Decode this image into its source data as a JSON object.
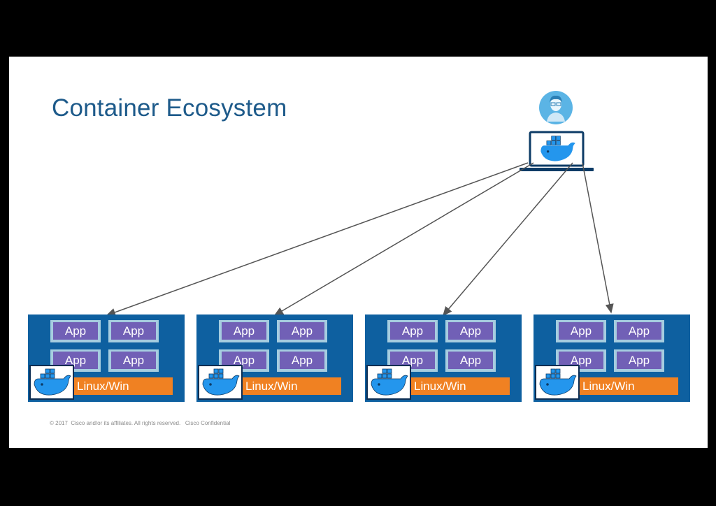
{
  "title": "Container Ecosystem",
  "footer": "© 2017  Cisco and/or its affiliates. All rights reserved.   Cisco Confidential",
  "hosts": [
    {
      "apps": [
        "App",
        "App",
        "App",
        "App"
      ],
      "os": "Linux/Win"
    },
    {
      "apps": [
        "App",
        "App",
        "App",
        "App"
      ],
      "os": "Linux/Win"
    },
    {
      "apps": [
        "App",
        "App",
        "App",
        "App"
      ],
      "os": "Linux/Win"
    },
    {
      "apps": [
        "App",
        "App",
        "App",
        "App"
      ],
      "os": "Linux/Win"
    }
  ],
  "colors": {
    "title": "#1d5a8a",
    "host_bg": "#0e60a0",
    "app": "#7160b6",
    "app_border": "#a6cde0",
    "os": "#f08122",
    "arrow": "#555555"
  },
  "icons": [
    "user-avatar-icon",
    "laptop-icon",
    "docker-whale-icon"
  ]
}
